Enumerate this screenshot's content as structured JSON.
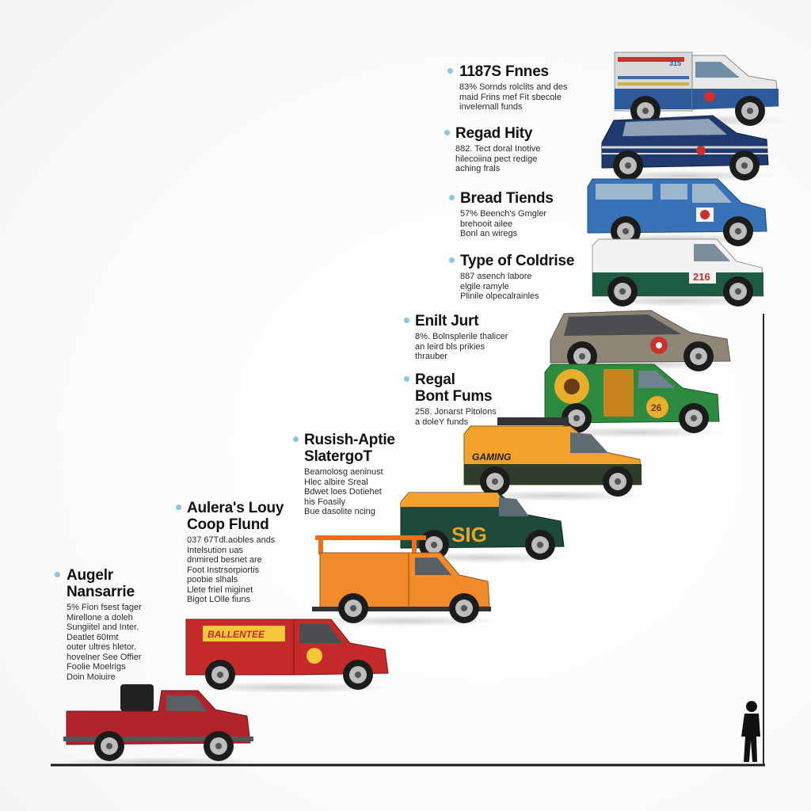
{
  "labels": [
    {
      "title": [
        "1187S Fnnes"
      ],
      "desc": [
        "83% Sornds rolclits and des",
        "maid Frins mef Fit sbecole",
        "invelernall funds"
      ]
    },
    {
      "title": [
        "Regad Hity"
      ],
      "desc": [
        "882. Tect doral Inotive",
        "hilecoiina pect redige",
        "aching frals"
      ]
    },
    {
      "title": [
        "Bread Tiends"
      ],
      "desc": [
        "57% Beench's Gmgler",
        "brehooit ailee",
        "Bonl an wiregs"
      ]
    },
    {
      "title": [
        "Type of Coldrise"
      ],
      "desc": [
        "887 asench labore",
        "elgile ramyle",
        "Plinile olpecalrainles"
      ]
    },
    {
      "title": [
        "Enilt Jurt"
      ],
      "desc": [
        "8%. Bolnsplerile thalicer",
        "an leird bls prikies",
        "thrauber"
      ]
    },
    {
      "title": [
        "Regal",
        "Bont Fums"
      ],
      "desc": [
        "258. Jonarst Pitolons",
        "a doleY funds"
      ]
    },
    {
      "title": [
        "Rusish-Aptie",
        "SlatergoT"
      ],
      "desc": [
        "Beamolosg aeninust",
        "Hlec albire Sreal",
        "Bdwet loes Dotiehet",
        "his Foasily",
        "Bue dasolite ncing"
      ]
    },
    {
      "title": [
        "Aulera's Louy",
        "Coop Flund"
      ],
      "desc": [
        "037 67Tdl.aobles ands",
        "Intelsution uas",
        "dnmired besnet are",
        "Foot Instrsorpiortis",
        "poobie slhals",
        "Llete friel miginet",
        "Bigot LOlle fiuns"
      ]
    },
    {
      "title": [
        "Augelr",
        "Nansarrie"
      ],
      "desc": [
        "5% Fion fsest fager",
        "Mirellone a doleh",
        "Sungiitel and Inter.",
        "Deatlet 60Imt",
        "outer ultres hletor.",
        "hovelner See Offier",
        "Foolie Moelrigs",
        "Doin Moiuire"
      ]
    }
  ],
  "vehicle_texts": {
    "truck1_plate": "315",
    "van6_badge": "26",
    "van7_plate": "216",
    "van10_text": "GAMING",
    "van11_text": "SIG",
    "truck12_sign": "BALLENTEE"
  },
  "colors": {
    "bullet": "#8fc3e6",
    "ground": "#1a1a1a"
  }
}
